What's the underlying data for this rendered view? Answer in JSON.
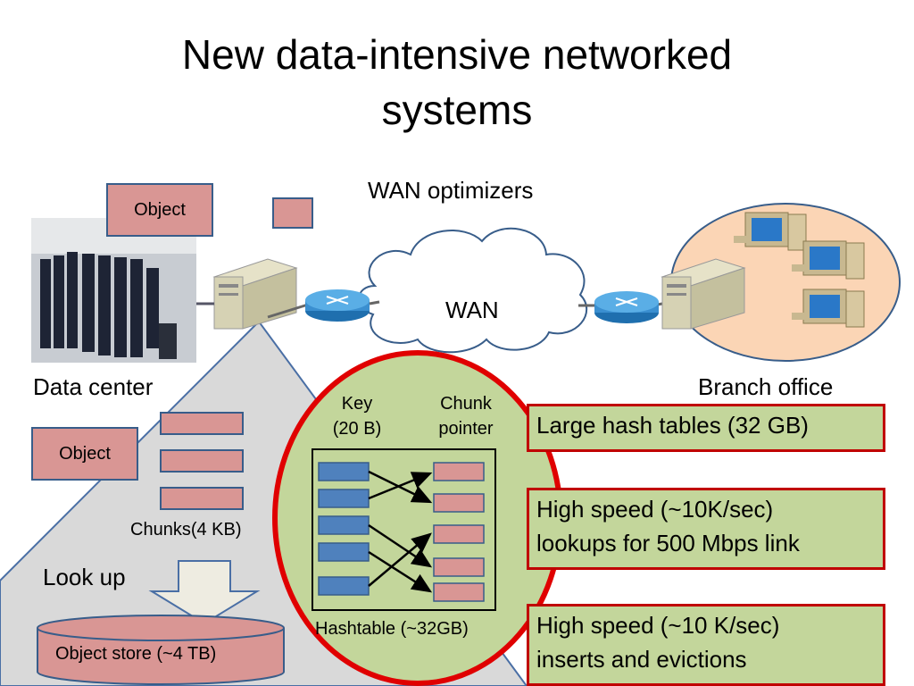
{
  "title_line1": "New data-intensive networked",
  "title_line2": "systems",
  "wan_optimizers": "WAN optimizers",
  "wan": "WAN",
  "data_center": "Data center",
  "branch_office": "Branch office",
  "object_top": "Object",
  "object_left": "Object",
  "chunks": "Chunks(4 KB)",
  "look_up": "Look up",
  "object_store": "Object store (~4 TB)",
  "key_line1": "Key",
  "key_line2": "(20 B)",
  "chunk_line1": "Chunk",
  "chunk_line2": "pointer",
  "hashtable": "Hashtable (~32GB)",
  "requirements": [
    {
      "line1": "Large hash tables (32 GB)",
      "line2": ""
    },
    {
      "line1": "High speed (~10K/sec)",
      "line2": "lookups for 500 Mbps link"
    },
    {
      "line1": "High speed (~10 K/sec)",
      "line2": "inserts and evictions"
    }
  ],
  "colors": {
    "pink": "#d99694",
    "green": "#c3d69b",
    "red": "#e00000",
    "blue": "#4f81bd",
    "gray": "#d9d9d9"
  }
}
